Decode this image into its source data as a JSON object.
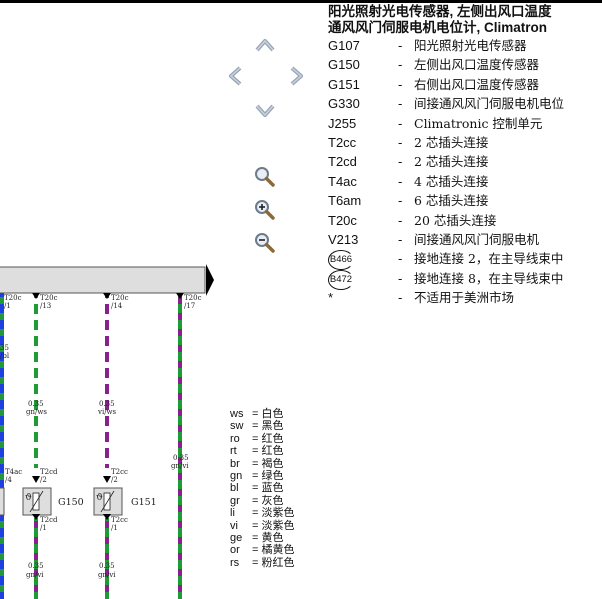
{
  "legend": {
    "title_line1": "阳光照射光电传感器, 左侧出风口温度",
    "title_line2": "通风风门伺服电机电位计, Climatron",
    "rows": [
      {
        "code": "G107",
        "desc": "阳光照射光电传感器"
      },
      {
        "code": "G150",
        "desc": "左侧出风口温度传感器"
      },
      {
        "code": "G151",
        "desc": "右侧出风口温度传感器"
      },
      {
        "code": "G330",
        "desc": "间接通风风门伺服电机电位"
      },
      {
        "code": "J255",
        "desc": "Climatronic 控制单元"
      },
      {
        "code": "T2cc",
        "desc": "2 芯插头连接"
      },
      {
        "code": "T2cd",
        "desc": "2 芯插头连接"
      },
      {
        "code": "T4ac",
        "desc": "4 芯插头连接"
      },
      {
        "code": "T6am",
        "desc": "6 芯插头连接"
      },
      {
        "code": "T20c",
        "desc": "20 芯插头连接"
      },
      {
        "code": "V213",
        "desc": "间接通风风门伺服电机"
      },
      {
        "code": "B466",
        "desc": "接地连接 2，在主导线束中",
        "circled": true
      },
      {
        "code": "B472",
        "desc": "接地连接 8，在主导线束中",
        "circled": true
      },
      {
        "code": "*",
        "desc": "不适用于美洲市场"
      }
    ]
  },
  "color_codes": [
    {
      "code": "ws",
      "name": "白色"
    },
    {
      "code": "sw",
      "name": "黑色"
    },
    {
      "code": "ro",
      "name": "红色"
    },
    {
      "code": "rt",
      "name": "红色"
    },
    {
      "code": "br",
      "name": "褐色"
    },
    {
      "code": "gn",
      "name": "绿色"
    },
    {
      "code": "bl",
      "name": "蓝色"
    },
    {
      "code": "gr",
      "name": "灰色"
    },
    {
      "code": "li",
      "name": "淡紫色"
    },
    {
      "code": "vi",
      "name": "淡紫色"
    },
    {
      "code": "ge",
      "name": "黄色"
    },
    {
      "code": "or",
      "name": "橘黄色"
    },
    {
      "code": "rs",
      "name": "粉红色"
    }
  ],
  "navigation": {
    "up_icon": "chevron-up-icon",
    "left_icon": "chevron-left-icon",
    "right_icon": "chevron-right-icon",
    "down_icon": "chevron-down-icon",
    "search_icon": "magnifier-icon",
    "zoom_in_icon": "zoom-in-icon",
    "zoom_out_icon": "zoom-out-icon"
  },
  "diagram": {
    "connectors": {
      "c1_top": "T20c",
      "c1_pin": "/1",
      "c2_top": "T20c",
      "c2_pin": "/13",
      "c3_top": "T20c",
      "c3_pin": "/14",
      "c4_top": "T20c",
      "c4_pin": "/17",
      "t4ac": "T4ac",
      "t4ac_pin": "/4",
      "t2cd_a": "T2cd",
      "t2cd_a_pin": "/2",
      "t2cd_b": "T2cd",
      "t2cd_b_pin": "/1",
      "t2cc_a": "T2cc",
      "t2cc_a_pin": "/2",
      "t2cc_b": "T2cc",
      "t2cc_b_pin": "/1"
    },
    "wires": {
      "w_left_size": "35",
      "w_left_color": "/bl",
      "w2_size": "0.35",
      "w2_color": "gn/ws",
      "w3_size": "0.35",
      "w3_color": "vi/ws",
      "w4_size": "0.35",
      "w4_color": "gn/vi",
      "w5_size": "0.35",
      "w5_color": "gn/vi",
      "w6_size": "0.35",
      "w6_color": "gn/vi"
    },
    "components": {
      "g150": "G150",
      "g151": "G151",
      "sensor_glyph": "ϑ"
    }
  }
}
